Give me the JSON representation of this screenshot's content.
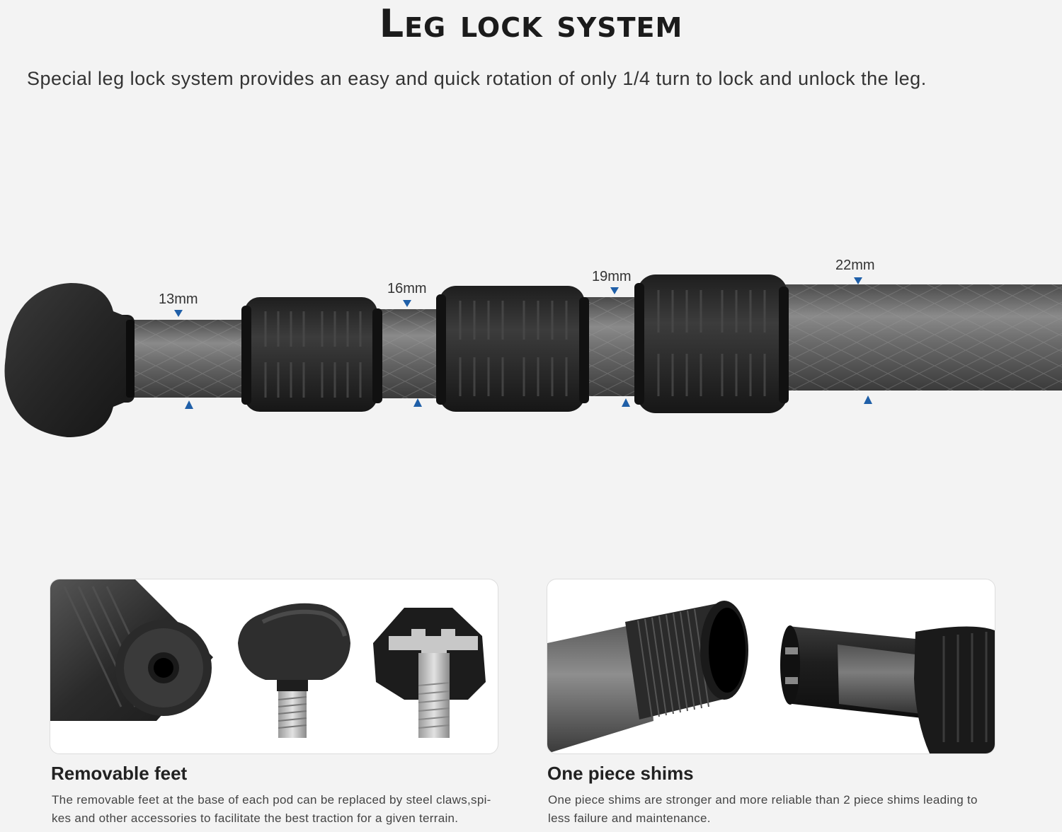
{
  "header": {
    "title": "Leg lock system",
    "subtitle": "Special leg lock system provides an easy and quick rotation of only 1/4 turn to  lock and unlock the leg."
  },
  "leg": {
    "dimensions": [
      "13mm",
      "16mm",
      "19mm",
      "22mm"
    ]
  },
  "features": [
    {
      "title": "Removable feet",
      "body": "The removable feet at the base of each pod can be replaced by steel claws,spi-kes and other accessories to facilitate the best traction for a given terrain."
    },
    {
      "title": "One piece shims",
      "body": "One piece shims are stronger and more reliable than 2 piece shims leading to less failure and maintenance."
    }
  ],
  "colors": {
    "background": "#f3f3f3",
    "arrow": "#1f5fa8",
    "carbon": "#6d6d6d",
    "rubber": "#2b2b2b"
  }
}
